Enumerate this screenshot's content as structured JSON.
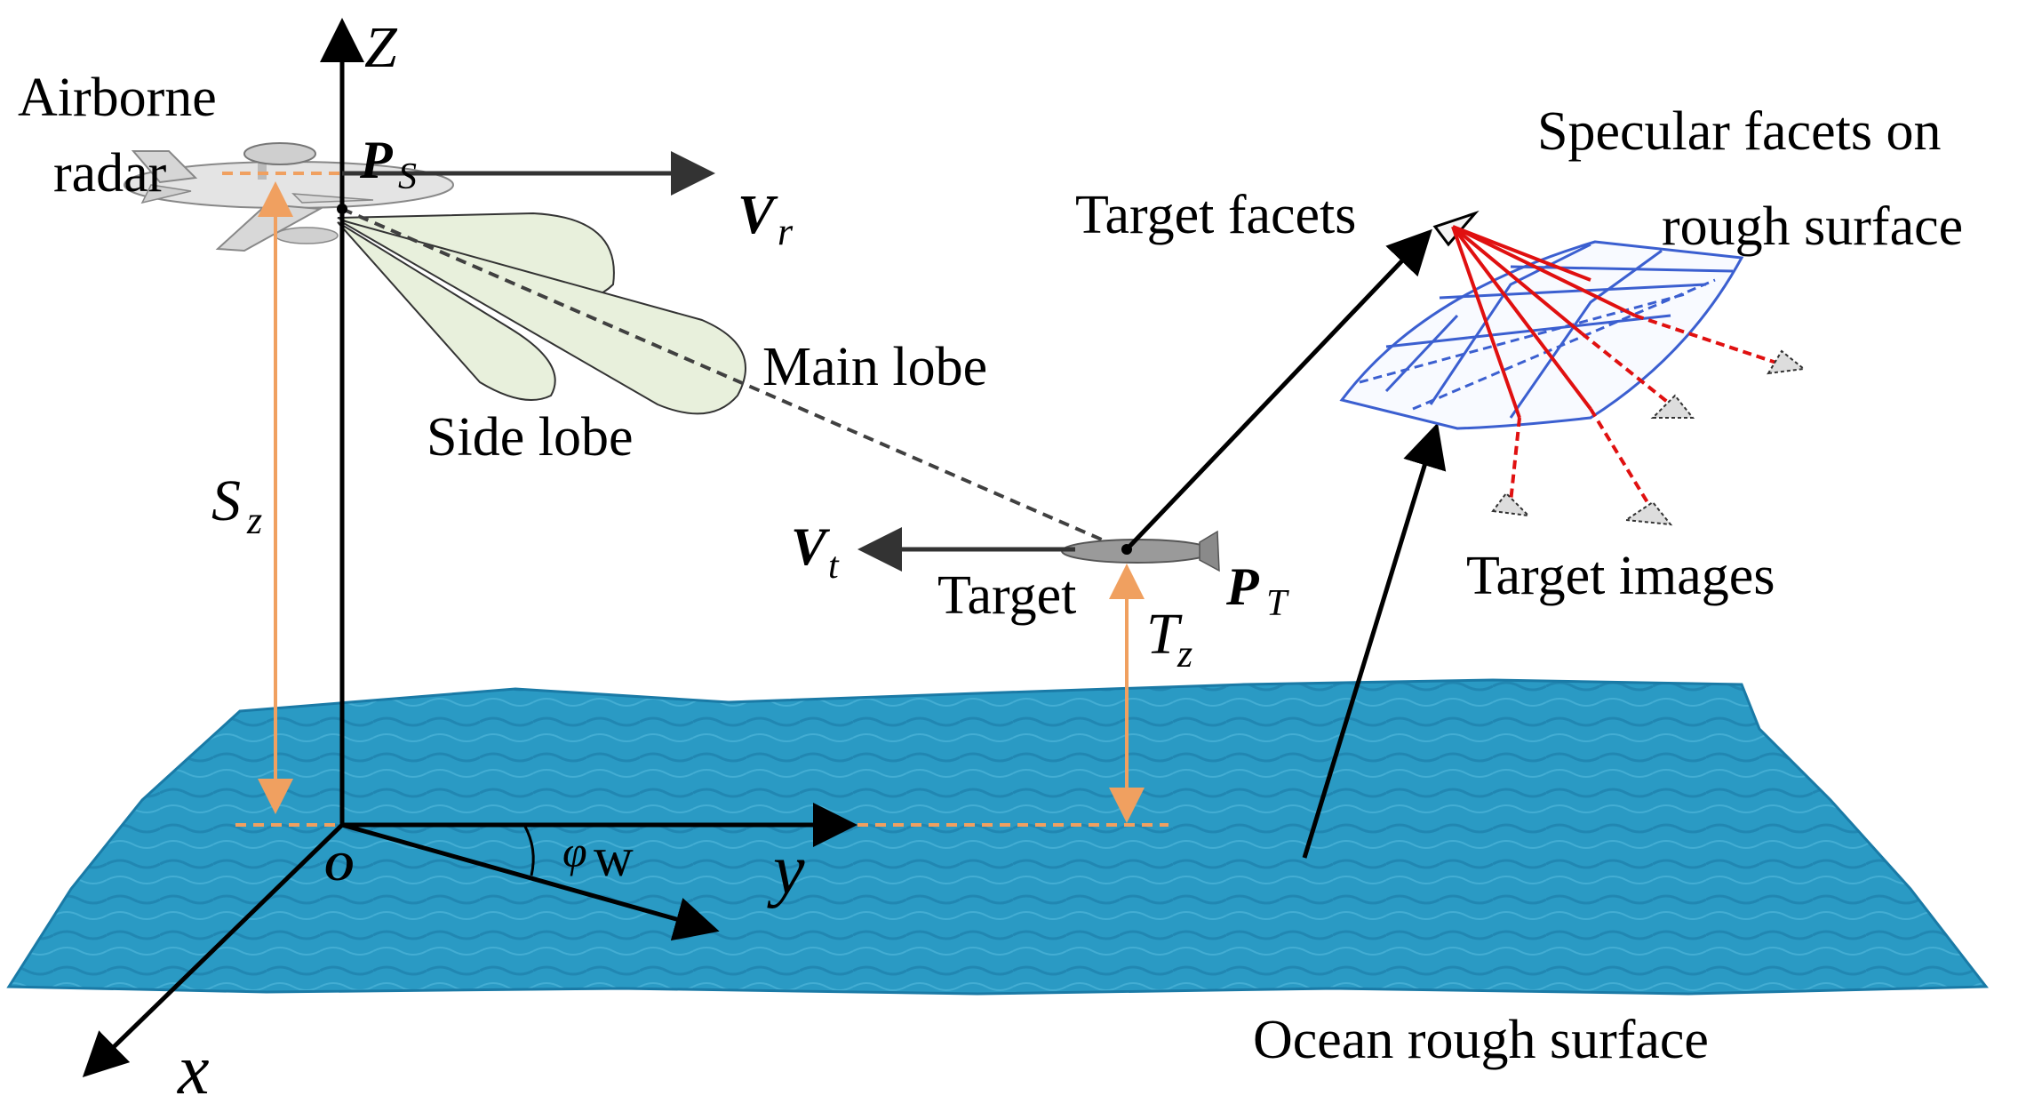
{
  "labels": {
    "airborne_radar_line1": "Airborne",
    "airborne_radar_line2": "radar",
    "z_axis": "Z",
    "ps_main": "P",
    "ps_sub": "S",
    "vr_main": "V",
    "vr_sub": "r",
    "main_lobe": "Main lobe",
    "side_lobe": "Side lobe",
    "sz_main": "S",
    "sz_sub": "z",
    "vt_main": "V",
    "vt_sub": "t",
    "target": "Target",
    "pt_main": "P",
    "pt_sub": "T",
    "tz_main": "T",
    "tz_sub": "z",
    "target_facets": "Target facets",
    "specular_line1": "Specular facets on",
    "specular_line2": "rough surface",
    "target_images": "Target images",
    "origin": "O",
    "phi_main": "φ",
    "phi_sub": "w",
    "y_axis": "y",
    "x_axis": "x",
    "ocean": "Ocean rough surface"
  },
  "colors": {
    "ocean": "#2a9ac4",
    "ocean_dark": "#1a7aa6",
    "height_arrow": "#f0a060",
    "lobe_fill": "#e8f0dc",
    "facet_grid": "#3b5fd0",
    "ray": "#e01010",
    "axis": "#000000",
    "los_dash": "#404040"
  }
}
